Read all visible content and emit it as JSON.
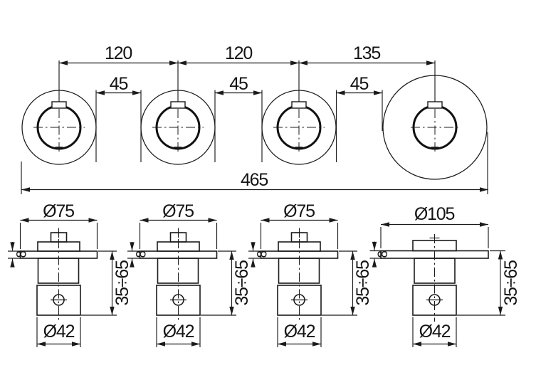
{
  "colors": {
    "line": "#1b1b1b",
    "background": "#ffffff"
  },
  "top_view": {
    "center_distance_1_2": "120",
    "center_distance_2_3": "120",
    "center_distance_3_4": "135",
    "edge_gap_1_2": "45",
    "edge_gap_2_3": "45",
    "edge_gap_3_4": "45",
    "overall_width": "465"
  },
  "side_view": {
    "unit_1": {
      "escutcheon_diameter": "Ø75",
      "plate_thickness": "8",
      "body_diameter": "Ø42",
      "installation_depth": "35÷65"
    },
    "unit_2": {
      "escutcheon_diameter": "Ø75",
      "plate_thickness": "8",
      "body_diameter": "Ø42",
      "installation_depth": "35÷65"
    },
    "unit_3": {
      "escutcheon_diameter": "Ø75",
      "plate_thickness": "8",
      "body_diameter": "Ø42",
      "installation_depth": "35÷65"
    },
    "unit_4": {
      "escutcheon_diameter": "Ø105",
      "plate_thickness": "8",
      "body_diameter": "Ø42",
      "installation_depth": "35÷65"
    }
  }
}
